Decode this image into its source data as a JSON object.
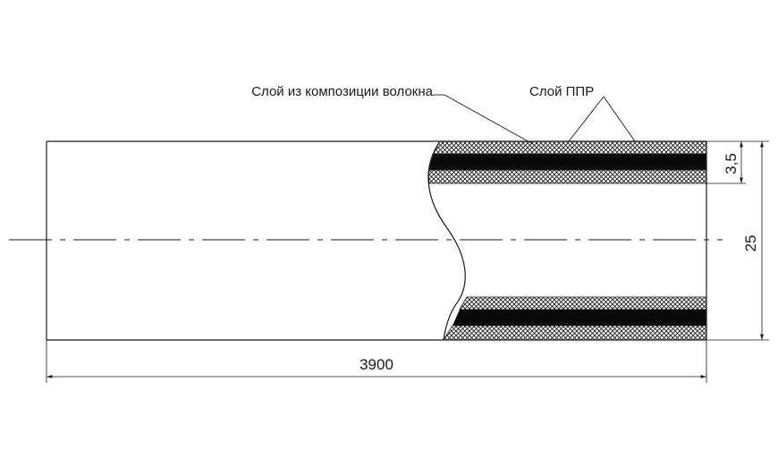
{
  "labels": {
    "fiber_layer": "Слой из композиции волокна",
    "ppr_layer": "Слой ППР"
  },
  "dimensions": {
    "length": "3900",
    "diameter": "25",
    "wall_thickness": "3,5"
  },
  "colors": {
    "line": "#1a1a1a",
    "fiber_core": "#0a0a0a",
    "hatch": "#1a1a1a",
    "background": "#ffffff"
  }
}
